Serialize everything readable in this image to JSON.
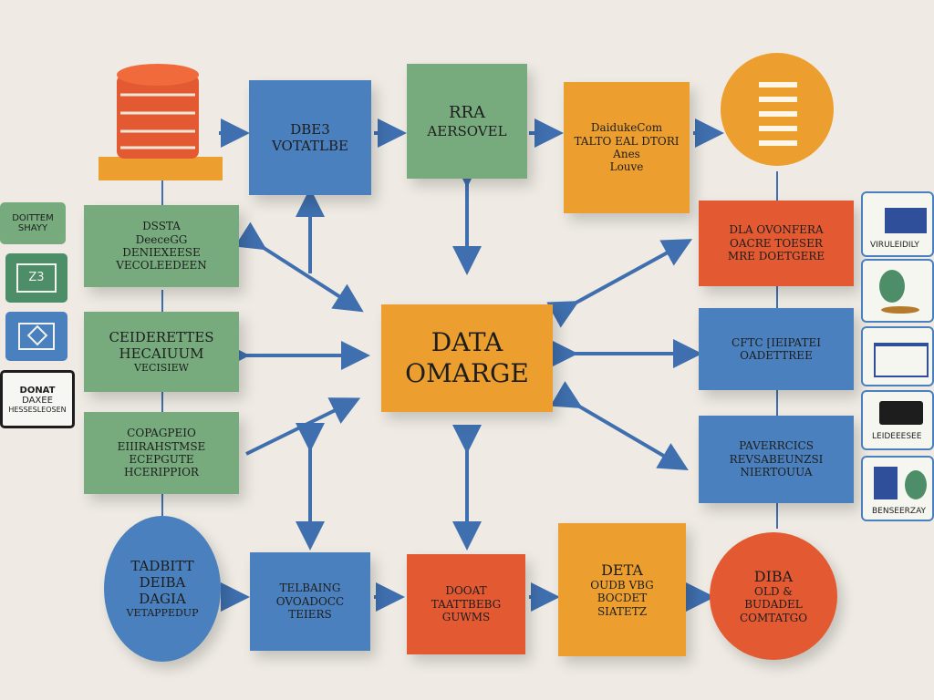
{
  "colors": {
    "blue": "#4a80bd",
    "green": "#77ab7e",
    "orange": "#ec9f2f",
    "red": "#e35a32",
    "arrow": "#3f6fae",
    "background": "#efebe4"
  },
  "icons": {
    "top_left": "database-icon",
    "top_right": "list-icon"
  },
  "center": {
    "line1": "DATA",
    "line2": "OMARGE"
  },
  "top_row": [
    {
      "lines": [
        "DBE3",
        "VOTATLBE"
      ]
    },
    {
      "lines": [
        "RRA",
        "AERSOVEL"
      ]
    },
    {
      "lines": [
        "DaidukeCom",
        "TALTO EAL DTORI",
        "Anes",
        "Louve"
      ]
    }
  ],
  "left_column": [
    {
      "lines": [
        "DSSTA",
        "DeeceGG",
        "DENIEXEESE",
        "VECOLEEDEEN"
      ]
    },
    {
      "lines": [
        "CEIDERETTES",
        "HECAIUUM",
        "VECISIEW"
      ]
    },
    {
      "lines": [
        "COPAGPEIO",
        "EIIIRAHSTMSE",
        "ECEPGUTE",
        "HCERIPPIOR"
      ]
    }
  ],
  "right_column": [
    {
      "lines": [
        "DLA OVONFERA",
        "OACRE TOESER",
        "MRE DOETGERE"
      ]
    },
    {
      "lines": [
        "CFTC [IEIPATEI",
        "OADETTREE"
      ]
    },
    {
      "lines": [
        "PAVERRCICS",
        "REVSABEUNZSI",
        "NIERTOUUA"
      ]
    }
  ],
  "bottom_row": [
    {
      "lines": [
        "TADBITT",
        "DEIBA",
        "DAGIA",
        "VETAPPEDUP"
      ]
    },
    {
      "lines": [
        "TELBAING",
        "OVOADOCC",
        "TEIERS"
      ]
    },
    {
      "lines": [
        "DOOAT",
        "TAATTBEBG",
        "GUWMS"
      ]
    },
    {
      "lines": [
        "DETA",
        "OUDB VBG",
        "BOCDET",
        "SIATETZ"
      ]
    },
    {
      "lines": [
        "DIBA",
        "OLD &",
        "BUDADEL",
        "COMTATGO"
      ]
    }
  ],
  "left_tiles": [
    {
      "lines": [
        "DOITTEM",
        "SHAYY"
      ]
    },
    {
      "lines": [
        "Z3"
      ]
    },
    {
      "lines": []
    },
    {
      "lines": [
        "DONAT",
        "DAXEE",
        "HESSESLEOSEN"
      ]
    }
  ],
  "right_tiles": [
    {
      "lines": [
        "VIRULEIDILY"
      ]
    },
    {
      "lines": []
    },
    {
      "lines": []
    },
    {
      "lines": [
        "LEIDEEESEE"
      ]
    },
    {
      "lines": [
        "BENSEERZAY"
      ]
    }
  ]
}
